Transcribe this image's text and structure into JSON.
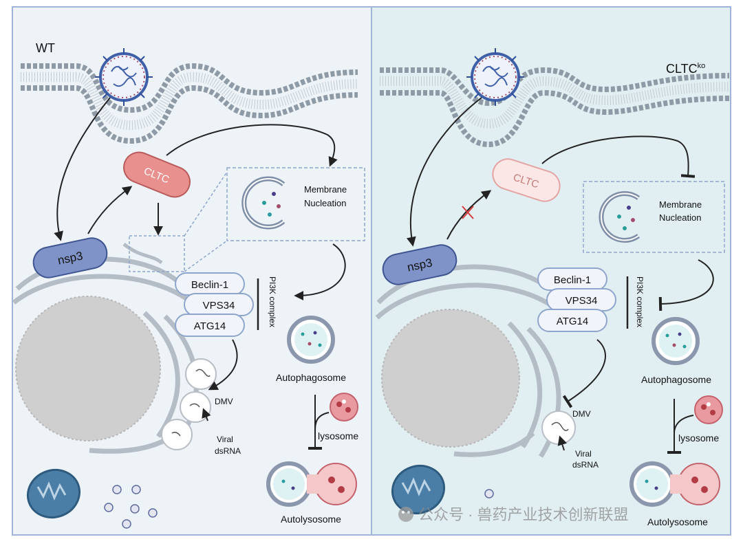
{
  "panels": {
    "left": {
      "title": "WT",
      "nsp3": "nsp3",
      "cltc": "CLTC",
      "membrane_nucleation_line1": "Membrane",
      "membrane_nucleation_line2": "Nucleation",
      "beclin": "Beclin-1",
      "vps34": "VPS34",
      "atg14": "ATG14",
      "pi3k_complex": "PI3K complex",
      "autophagosome": "Autophagosome",
      "lysosome": "lysosome",
      "autolysosome": "Autolysosome",
      "dmv": "DMV",
      "viral_line1": "Viral",
      "viral_line2": "dsRNA"
    },
    "right": {
      "title_main": "CLTC",
      "title_sup": "ko",
      "nsp3": "nsp3",
      "cltc": "CLTC",
      "membrane_nucleation_line1": "Membrane",
      "membrane_nucleation_line2": "Nucleation",
      "beclin": "Beclin-1",
      "vps34": "VPS34",
      "atg14": "ATG14",
      "pi3k_complex": "PI3K complex",
      "autophagosome": "Autophagosome",
      "lysosome": "lysosome",
      "autolysosome": "Autolysosome",
      "dmv": "DMV",
      "viral_line1": "Viral",
      "viral_line2": "dsRNA"
    }
  },
  "watermark": "公众号 · 兽药产业技术创新联盟",
  "colors": {
    "left_bg": "#eef3f8",
    "right_bg": "#e2eff2",
    "panel_border": "#9fb4d6",
    "nsp3_fill": "#7f93c9",
    "cltc_fill_wt": "#e8908e",
    "cltc_fill_ko": "#fbe7e6",
    "nucleus": "#cfcfcf",
    "lysosome": "#e99aa0",
    "inhibit_cross": "#d63a3a"
  }
}
